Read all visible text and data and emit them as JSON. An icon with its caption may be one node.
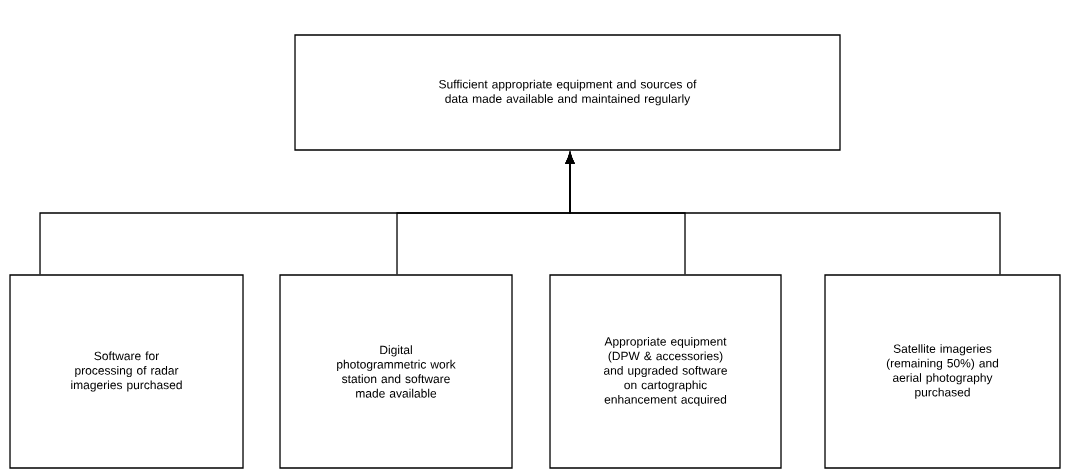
{
  "diagram": {
    "nodes": [
      {
        "text": [
          "Sufficient appropriate equipment and sources of data made available and maintained regularly"
        ]
      },
      {
        "text": [
          "Software for processing of radar imageries purchased"
        ]
      },
      {
        "text": [
          "Digital photogrammetric work station and software made available"
        ]
      },
      {
        "text": [
          "Appropriate equipment (DPW & accessories) and upgraded software on cartographic enhancement acquired"
        ]
      },
      {
        "text": [
          "Satellite imageries (remaining 50%) and aerial photography purchased"
        ]
      }
    ],
    "edges": [
      {
        "from": 1,
        "to": 0,
        "arrow": "to"
      },
      {
        "from": 2,
        "to": 0,
        "arrow": "to"
      },
      {
        "from": 3,
        "to": 0,
        "arrow": "to"
      },
      {
        "from": 4,
        "to": 0,
        "arrow": "to"
      }
    ]
  }
}
